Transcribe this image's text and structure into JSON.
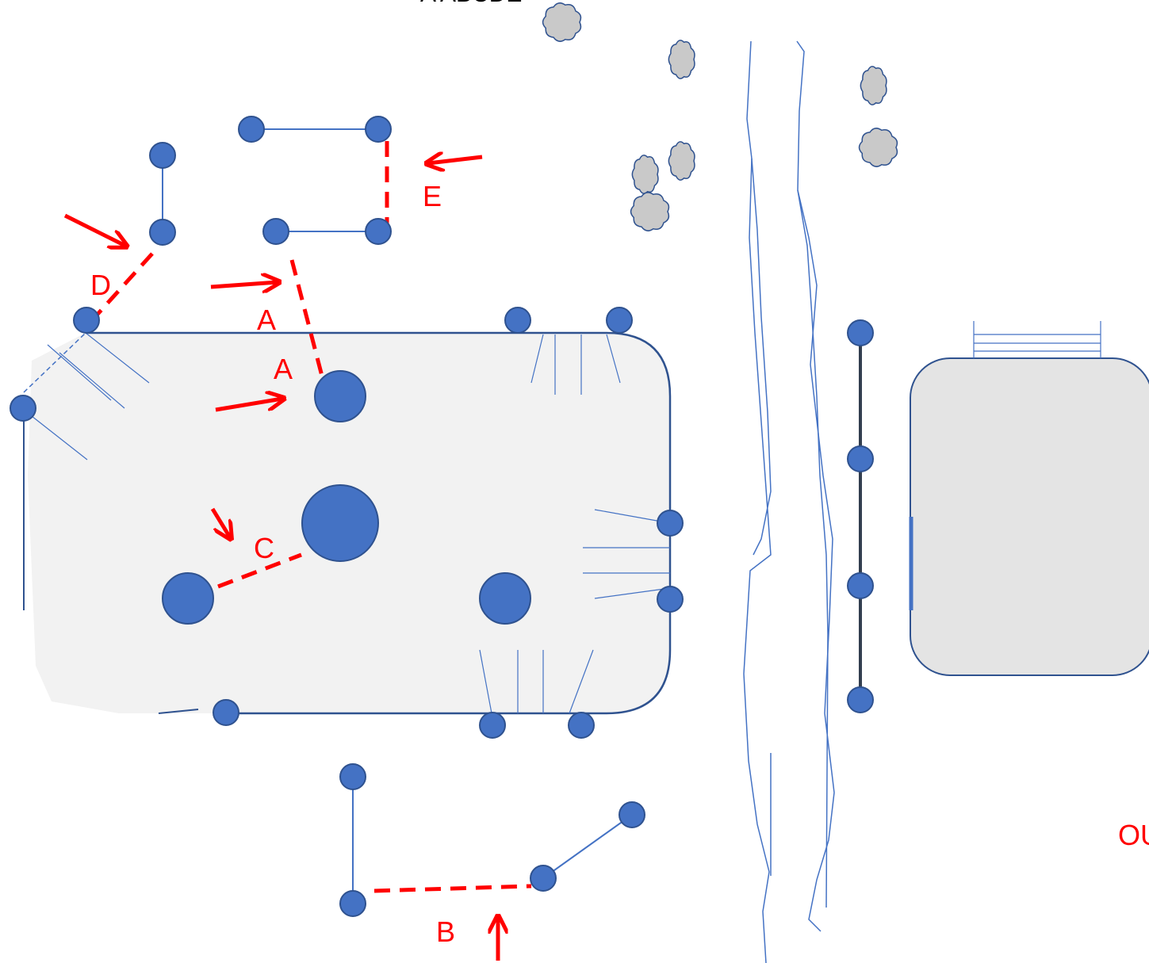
{
  "diagram": {
    "top_label": "A ABCDE",
    "gap_labels": {
      "a_upper": "A",
      "a_lower": "A",
      "b": "B",
      "c": "C",
      "d": "D",
      "e": "E"
    },
    "edge_label": "OU"
  },
  "colors": {
    "post": "#4472c4",
    "post_stroke": "#2f528f",
    "fence_line": "#4472c4",
    "gap_line": "#ff0000",
    "arrow": "#ff0000",
    "main_area_fill": "#f2f2f2",
    "right_area_fill": "#e4e4e4",
    "area_stroke": "#2f528f",
    "river": "#4472c4",
    "bush_fill": "#c9c9c9",
    "bush_stroke": "#2f528f",
    "dark_fence": "#333f50"
  },
  "icons": {
    "post": "circle-post-icon",
    "bush": "cloud-bush-icon",
    "arrow": "red-arrow-icon"
  }
}
